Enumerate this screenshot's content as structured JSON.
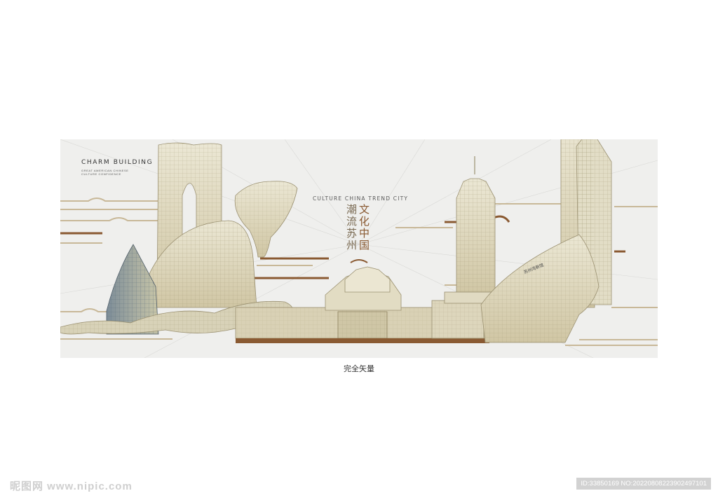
{
  "poster": {
    "brand_title": "CHARM BUILDING",
    "brand_subtitle": "GREAT AMERICAN CHINESE CULTURE CONFIDENCE",
    "tagline": "CULTURE CHINA TREND CITY",
    "headline_left": "潮流苏州",
    "headline_right": "文化中国",
    "building_sign": "苏州湾新馆"
  },
  "caption": "完全矢量",
  "watermark": {
    "site": "昵图网 www.nipic.com",
    "id_text": "ID:33850169 NO:20220808223902497101"
  },
  "colors": {
    "background": "#efefed",
    "gold": "#c8b898",
    "bronze": "#8a5a32",
    "building_fill": "#e4dfcb",
    "building_line": "#9a9070"
  }
}
